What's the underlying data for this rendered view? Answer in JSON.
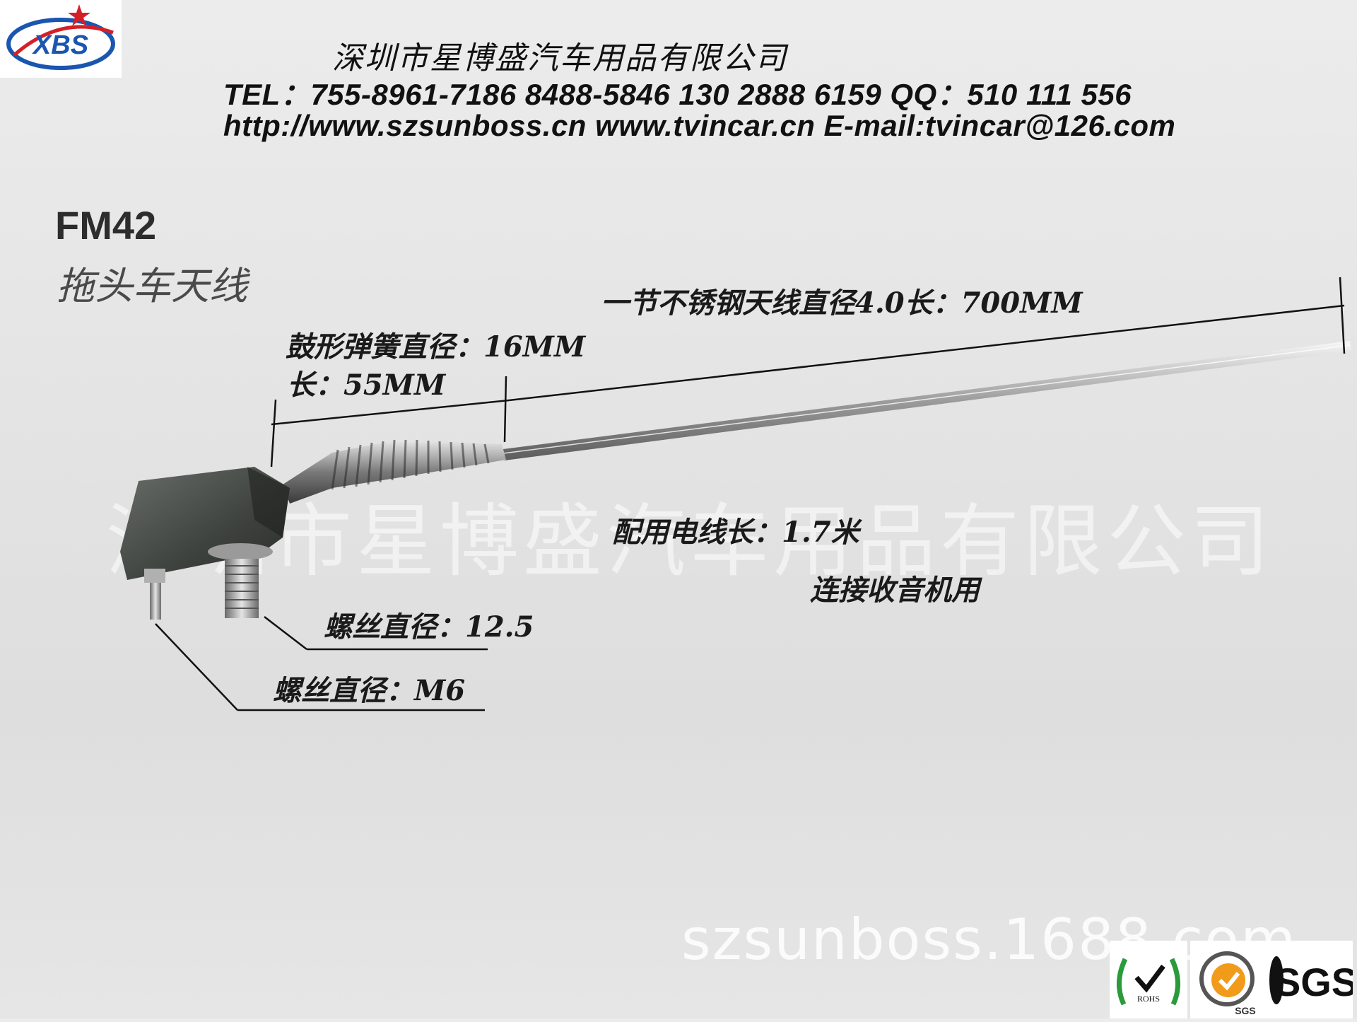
{
  "logo": {
    "text": "XBS",
    "accent": "#d32027",
    "ring": "#1a56b0"
  },
  "header": {
    "company": "深圳市星博盛汽车用品有限公司",
    "tel": "TEL：755-8961-7186 8488-5846 130 2888 6159 QQ：510 111 556",
    "web": "http://www.szsunboss.cn  www.tvincar.cn E-mail:tvincar@126.com"
  },
  "product": {
    "model": "FM42",
    "name": "拖头车天线"
  },
  "annotations": {
    "rod": "一节不锈钢天线直径4.0长：700MM",
    "spring_diameter": "鼓形弹簧直径：16MM",
    "spring_length": "长：55MM",
    "cable": "配用电线长：1.7米",
    "usage": "连接收音机用",
    "thread_large": "螺丝直径：12.5",
    "thread_small": "螺丝直径：M6"
  },
  "watermarks": {
    "company": "深圳市星博盛汽车用品有限公司",
    "site": "szsunboss.1688.com"
  },
  "certs": [
    {
      "icon": "rohs-icon",
      "label": "ROHS"
    },
    {
      "icon": "iso-icon",
      "label": "SGS"
    },
    {
      "icon": "sgs-icon",
      "label": "SGS"
    }
  ]
}
